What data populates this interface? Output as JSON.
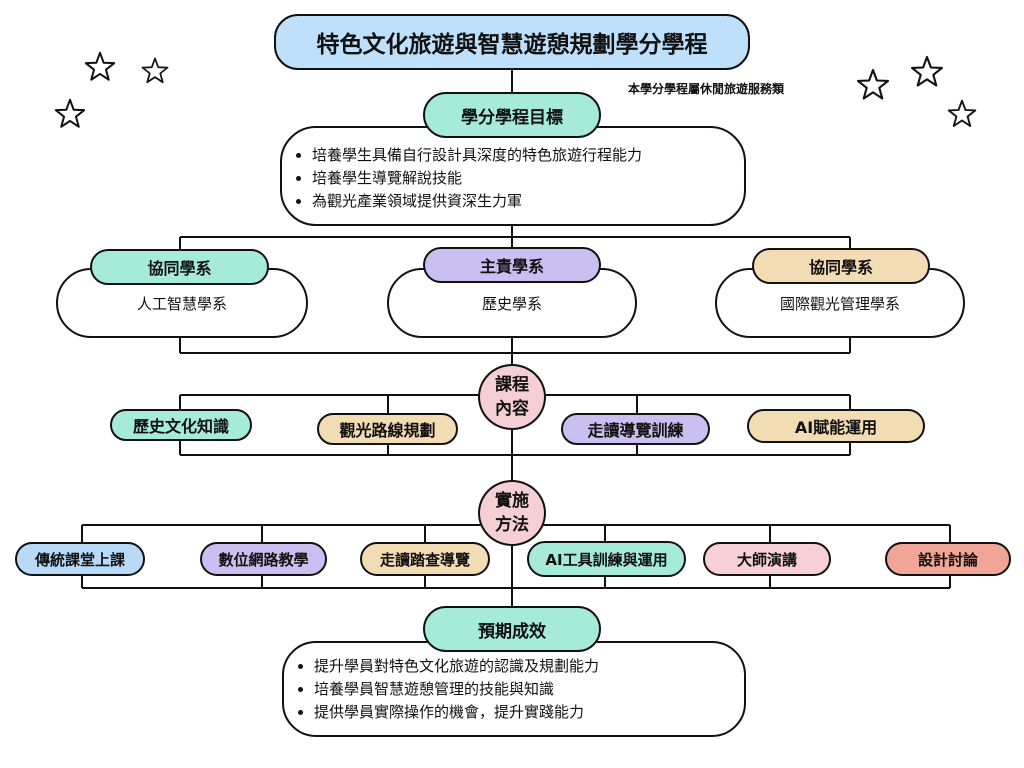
{
  "title": "特色文化旅遊與智慧遊憩規劃學分學程",
  "note": "本學分學程屬休閒旅遊服務類",
  "goals": {
    "label": "學分學程目標",
    "items": [
      "培養學生具備自行設計具深度的特色旅遊行程能力",
      "培養學生導覽解說技能",
      "為觀光產業領域提供資深生力軍"
    ]
  },
  "departments": [
    {
      "role": "協同學系",
      "name": "人工智慧學系",
      "color": "#a6ebd9"
    },
    {
      "role": "主責學系",
      "name": "歷史學系",
      "color": "#c9bff0"
    },
    {
      "role": "協同學系",
      "name": "國際觀光管理學系",
      "color": "#f2dcb4"
    }
  ],
  "curriculum": {
    "label_line1": "課程",
    "label_line2": "內容",
    "items": [
      {
        "label": "歷史文化知識",
        "color": "#a6ebd9"
      },
      {
        "label": "觀光路線規劃",
        "color": "#f2dcb4"
      },
      {
        "label": "走讀導覽訓練",
        "color": "#c9bff0"
      },
      {
        "label": "AI賦能運用",
        "color": "#f2dcb4"
      }
    ]
  },
  "methods": {
    "label_line1": "實施",
    "label_line2": "方法",
    "items": [
      {
        "label": "傳統課堂上課",
        "color": "#b8d9f7"
      },
      {
        "label": "數位網路教學",
        "color": "#c9bff0"
      },
      {
        "label": "走讀踏查導覽",
        "color": "#f2dcb4"
      },
      {
        "label": "AI工具訓練與運用",
        "color": "#a6ebd9"
      },
      {
        "label": "大師演講",
        "color": "#f6d0d6"
      },
      {
        "label": "設計討論",
        "color": "#f1a596"
      }
    ]
  },
  "outcomes": {
    "label": "預期成效",
    "items": [
      "提升學員對特色文化旅遊的認識及規劃能力",
      "培養學員智慧遊憩管理的技能與知識",
      "提供學員實際操作的機會，提升實踐能力"
    ]
  },
  "colors": {
    "title_bg": "#bfe0fb",
    "goal_bg": "#a6ebd9",
    "circle_bg": "#f6cfd4"
  }
}
